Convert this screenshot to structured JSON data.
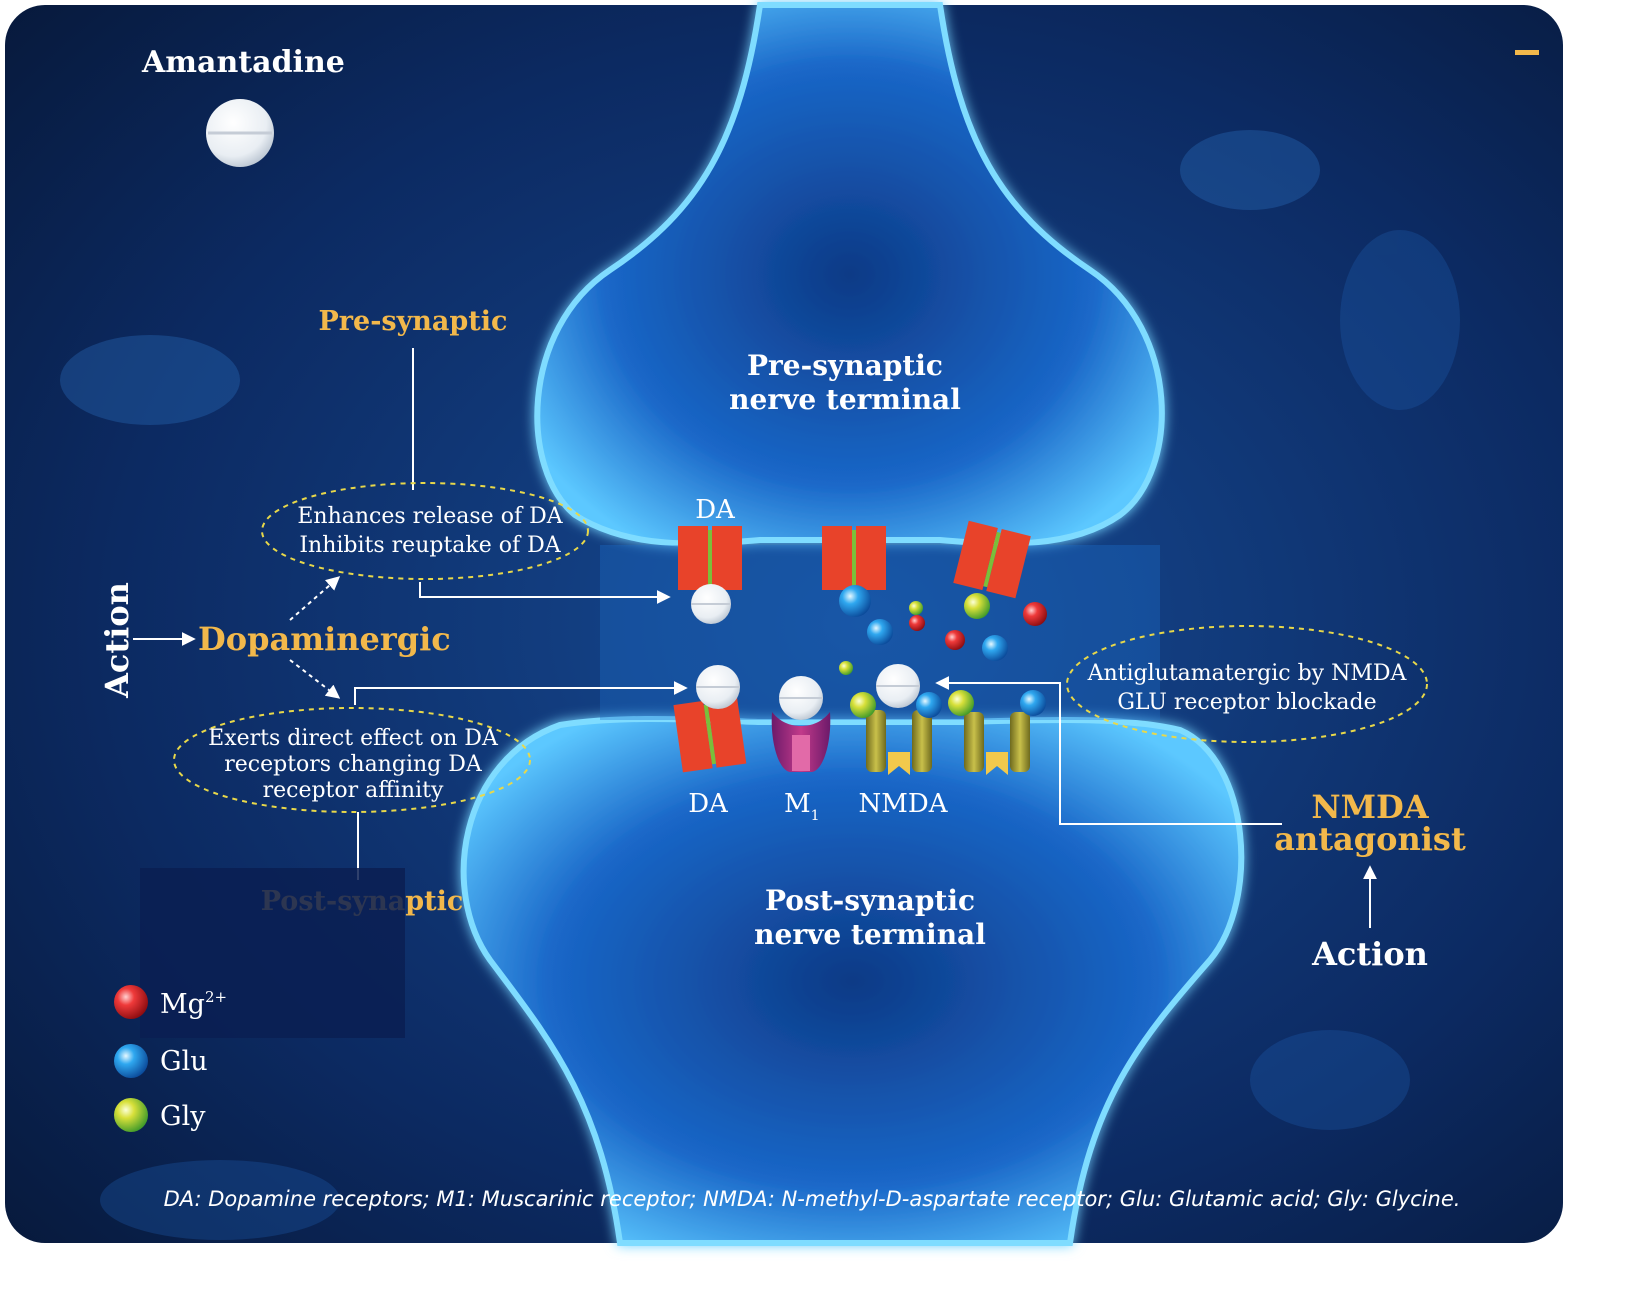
{
  "drug": {
    "name": "Amantadine"
  },
  "neurons": {
    "pre_label_line1": "Pre-synaptic",
    "pre_label_line2": "nerve terminal",
    "post_label_line1": "Post-synaptic",
    "post_label_line2": "nerve terminal"
  },
  "left_panel": {
    "action_label": "Action",
    "mechanism": "Dopaminergic",
    "pre_heading": "Pre-synaptic",
    "pre_effect_line1": "Enhances release of DA",
    "pre_effect_line2": "Inhibits reuptake of DA",
    "post_heading": "Post-synaptic",
    "post_effect_line1": "Exerts direct effect on DA",
    "post_effect_line2": "receptors changing DA",
    "post_effect_line3": "receptor affinity"
  },
  "right_panel": {
    "effect_line1": "Antiglutamatergic by NMDA",
    "effect_line2": "GLU receptor blockade",
    "mechanism_line1": "NMDA",
    "mechanism_line2": "antagonist",
    "action_label": "Action"
  },
  "receptors": {
    "pre_da": "DA",
    "post_da": "DA",
    "m1_main": "M",
    "m1_sub": "1",
    "nmda": "NMDA"
  },
  "legend": [
    {
      "label": "Mg",
      "sup": "2+",
      "color": "#e0252b",
      "icon": "red-sphere"
    },
    {
      "label": "Glu",
      "sup": "",
      "color": "#2aa0ea",
      "icon": "blue-sphere"
    },
    {
      "label": "Gly",
      "sup": "",
      "color": "#c8d42a",
      "icon": "yellow-green-sphere"
    }
  ],
  "caption": "DA: Dopamine receptors; M1: Muscarinic receptor; NMDA: N-methyl-D-aspartate receptor; Glu: Glutamic acid; Gly: Glycine.",
  "colors": {
    "background": "#0b2150",
    "neuron_glow": "#6fd3ff",
    "label_gold": "#f2b84b",
    "receptor_red": "#e8432a",
    "dashed_outline": "#e8d84a"
  }
}
